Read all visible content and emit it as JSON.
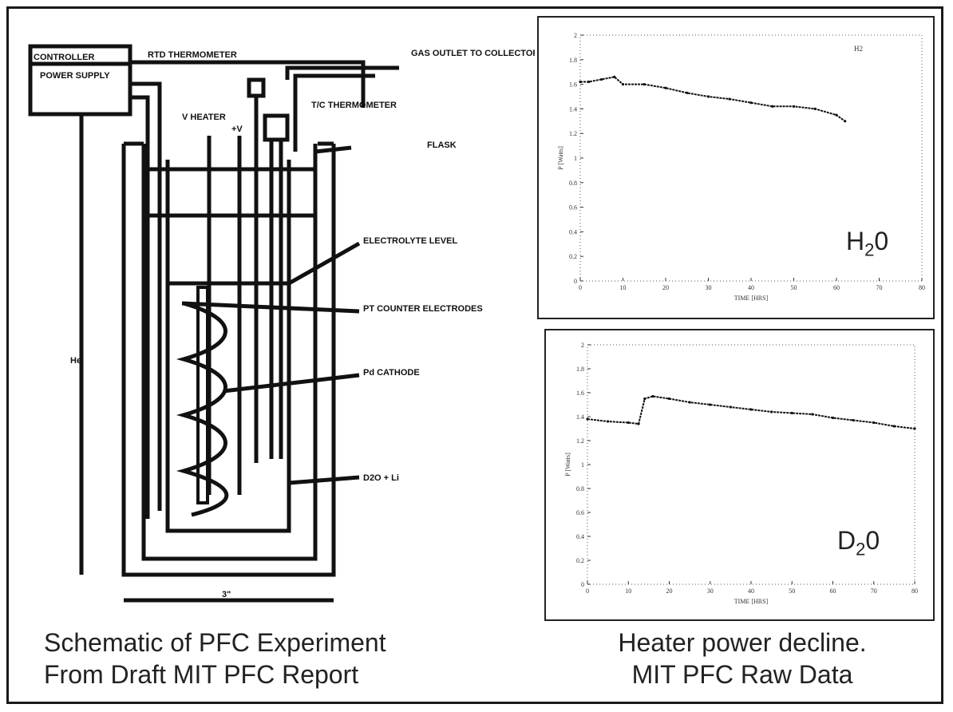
{
  "captions": {
    "left_line1": "Schematic of PFC Experiment",
    "left_line2": "From Draft MIT PFC Report",
    "right_line1": "Heater power decline.",
    "right_line2": "MIT PFC Raw Data"
  },
  "schematic": {
    "labels": {
      "controller": "CONTROLLER",
      "power_supply": "POWER SUPPLY",
      "rtd": "RTD THERMOMETER",
      "gas_outlet": "GAS OUTLET TO COLLECTOR",
      "tc": "T/C THERMOMETER",
      "v_heater": "V HEATER",
      "plus_v": "+V",
      "flask": "FLASK",
      "electrolyte": "ELECTROLYTE LEVEL",
      "pt_electrodes": "PT COUNTER ELECTRODES",
      "pd_cathode": "Pd CATHODE",
      "d2o": "D2O + Li",
      "he": "He",
      "dim": "3\""
    }
  },
  "chart_data": [
    {
      "type": "line",
      "title": "",
      "xlabel": "TIME [HRS]",
      "ylabel": "P [Watts]",
      "xlim": [
        0,
        80
      ],
      "ylim": [
        0,
        2
      ],
      "x_ticks": [
        "0",
        "10",
        "20",
        "30",
        "40",
        "50",
        "60",
        "70",
        "80"
      ],
      "y_ticks": [
        "0",
        "0.2",
        "0.4",
        "0.6",
        "0.8",
        "1",
        "1.2",
        "1.4",
        "1.6",
        "1.8",
        "2"
      ],
      "legend": "H2",
      "label": "H20",
      "series": [
        {
          "x": [
            0,
            2,
            5,
            8,
            10,
            15,
            20,
            25,
            30,
            35,
            40,
            45,
            50,
            55,
            60,
            62
          ],
          "y": [
            1.62,
            1.62,
            1.64,
            1.66,
            1.6,
            1.6,
            1.57,
            1.53,
            1.5,
            1.48,
            1.45,
            1.42,
            1.42,
            1.4,
            1.35,
            1.3
          ]
        }
      ]
    },
    {
      "type": "line",
      "title": "",
      "xlabel": "TIME [HRS]",
      "ylabel": "P [Watts]",
      "xlim": [
        0,
        80
      ],
      "ylim": [
        0,
        2
      ],
      "x_ticks": [
        "0",
        "10",
        "20",
        "30",
        "40",
        "50",
        "60",
        "70",
        "80"
      ],
      "y_ticks": [
        "0",
        "0.2",
        "0.4",
        "0.6",
        "0.8",
        "1",
        "1.2",
        "1.4",
        "1.6",
        "1.8",
        "2"
      ],
      "label": "D20",
      "series": [
        {
          "x": [
            0,
            5,
            10,
            12.5,
            14,
            16,
            20,
            25,
            30,
            35,
            40,
            45,
            50,
            55,
            60,
            65,
            70,
            75,
            80
          ],
          "y": [
            1.38,
            1.36,
            1.35,
            1.34,
            1.55,
            1.57,
            1.55,
            1.52,
            1.5,
            1.48,
            1.46,
            1.44,
            1.43,
            1.42,
            1.39,
            1.37,
            1.35,
            1.32,
            1.3
          ]
        }
      ]
    }
  ]
}
